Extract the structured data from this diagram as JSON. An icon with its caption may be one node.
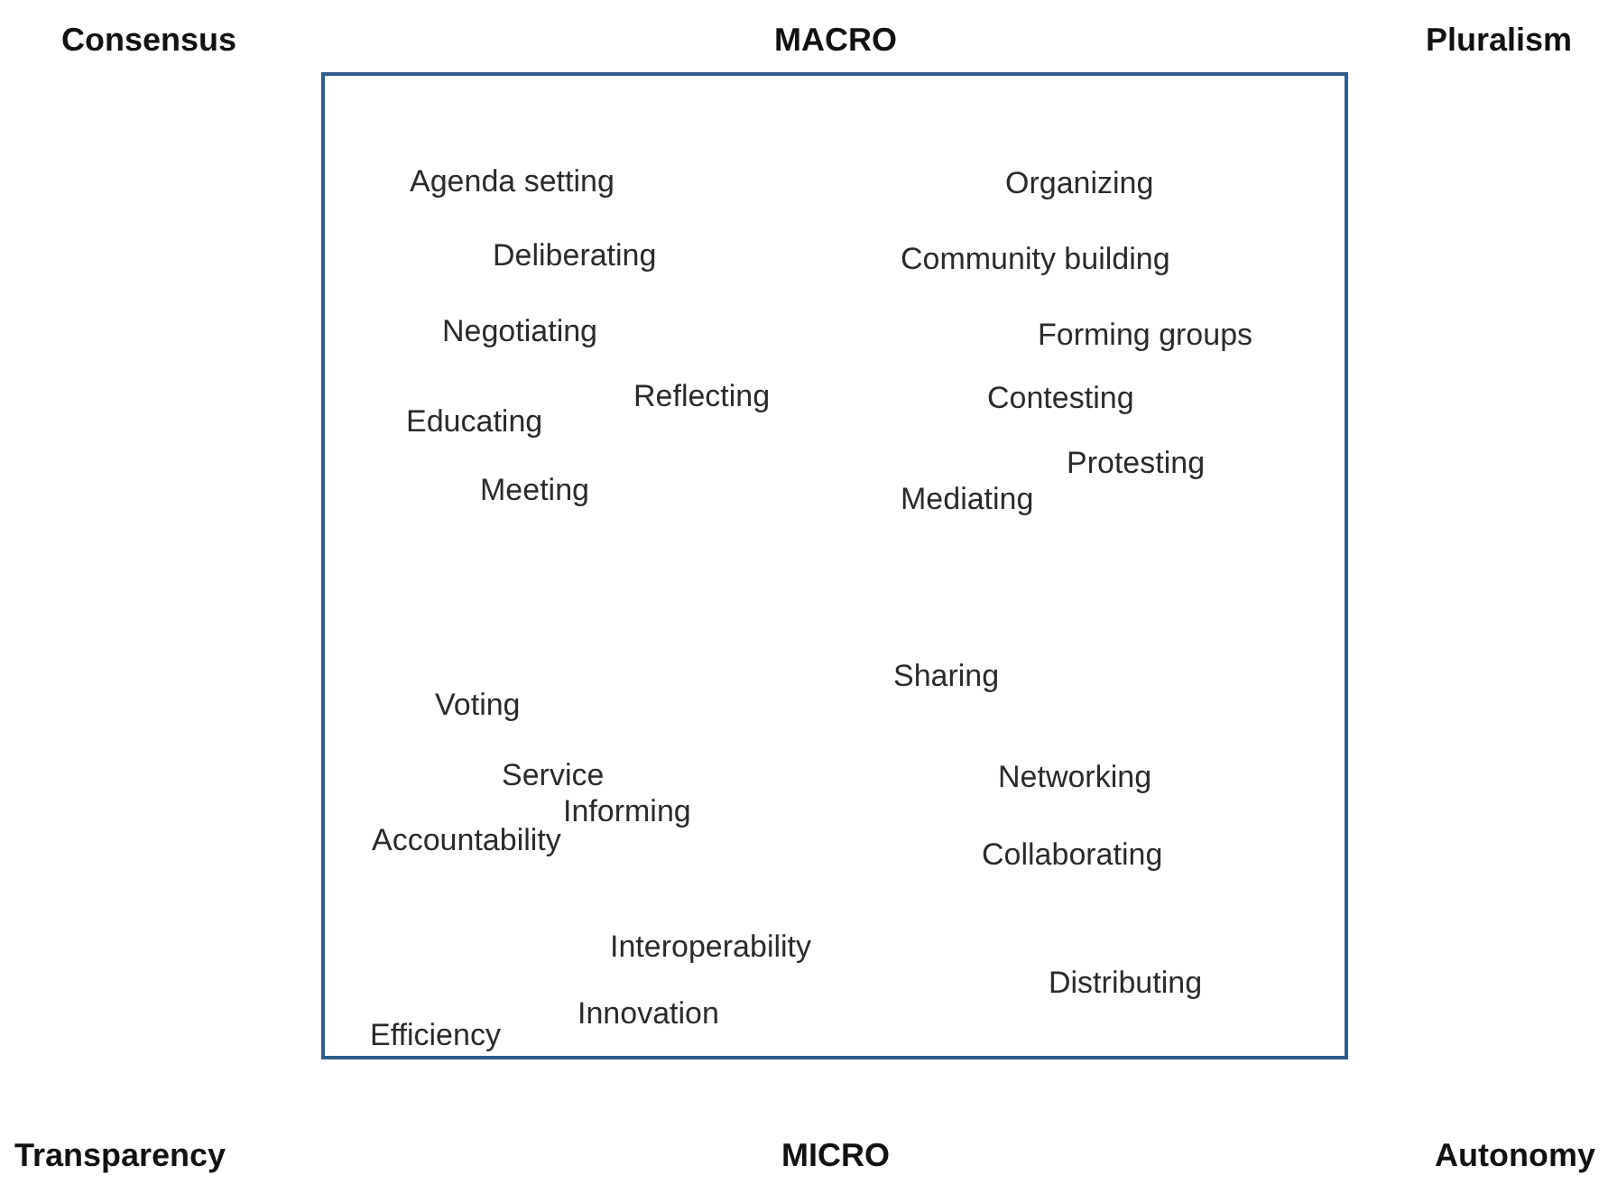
{
  "diagram": {
    "labels": [
      "Consensus",
      "MACRO",
      "Pluralism",
      "Agenda setting",
      "Organizing",
      "Deliberating",
      "Community building",
      "Negotiating",
      "Forming groups",
      "Reflecting",
      "Contesting",
      "Educating",
      "Protesting",
      "Meeting",
      "Mediating",
      "Sharing",
      "Voting",
      "Service",
      "Networking",
      "Informing",
      "Accountability",
      "Collaborating",
      "Interoperability",
      "Distributing",
      "Innovation",
      "Efficiency",
      "Transparency",
      "MICRO",
      "Autonomy"
    ]
  }
}
